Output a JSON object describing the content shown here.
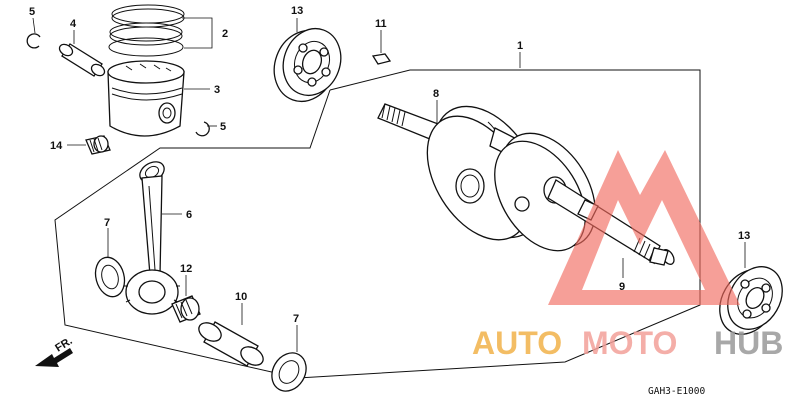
{
  "callouts": {
    "c1": "1",
    "c2": "2",
    "c3": "3",
    "c4": "4",
    "c5a": "5",
    "c5b": "5",
    "c6": "6",
    "c7a": "7",
    "c7b": "7",
    "c8": "8",
    "c9": "9",
    "c10": "10",
    "c11": "11",
    "c12": "12",
    "c13a": "13",
    "c13b": "13",
    "c14": "14"
  },
  "front_marker": "FR.",
  "diagram_code": "GAH3-E1000",
  "watermark": {
    "word1": "AUTO",
    "word2": "MOTO",
    "word3": "HUB",
    "colors": {
      "auto": "#f2b24a",
      "moto": "#f3a09a",
      "hub": "#9a9a9a",
      "triangle": "#f26a5e"
    }
  }
}
